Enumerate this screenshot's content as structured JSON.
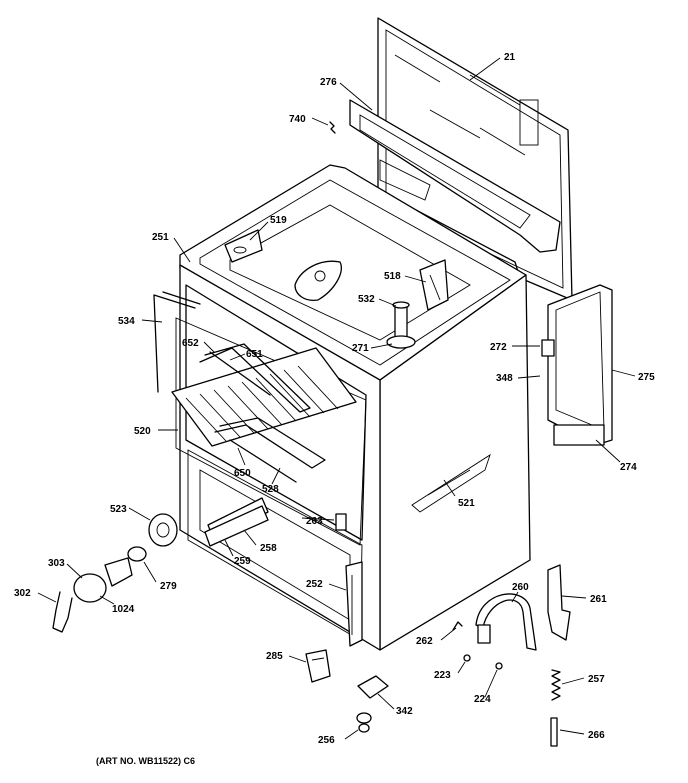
{
  "labels": {
    "p21": "21",
    "p276": "276",
    "p740": "740",
    "p519": "519",
    "p251": "251",
    "p518": "518",
    "p532": "532",
    "p534": "534",
    "p652": "652",
    "p651": "651",
    "p271": "271",
    "p272": "272",
    "p275": "275",
    "p348": "348",
    "p520": "520",
    "p274": "274",
    "p650": "650",
    "p528": "528",
    "p521": "521",
    "p523": "523",
    "p263": "263",
    "p258": "258",
    "p259": "259",
    "p279": "279",
    "p303": "303",
    "p302": "302",
    "p1024": "1024",
    "p252": "252",
    "p260": "260",
    "p261": "261",
    "p262": "262",
    "p285": "285",
    "p223": "223",
    "p224": "224",
    "p257": "257",
    "p342": "342",
    "p256": "256",
    "p266": "266"
  },
  "footer": {
    "art_no": "(ART NO. WB11522) C6"
  }
}
